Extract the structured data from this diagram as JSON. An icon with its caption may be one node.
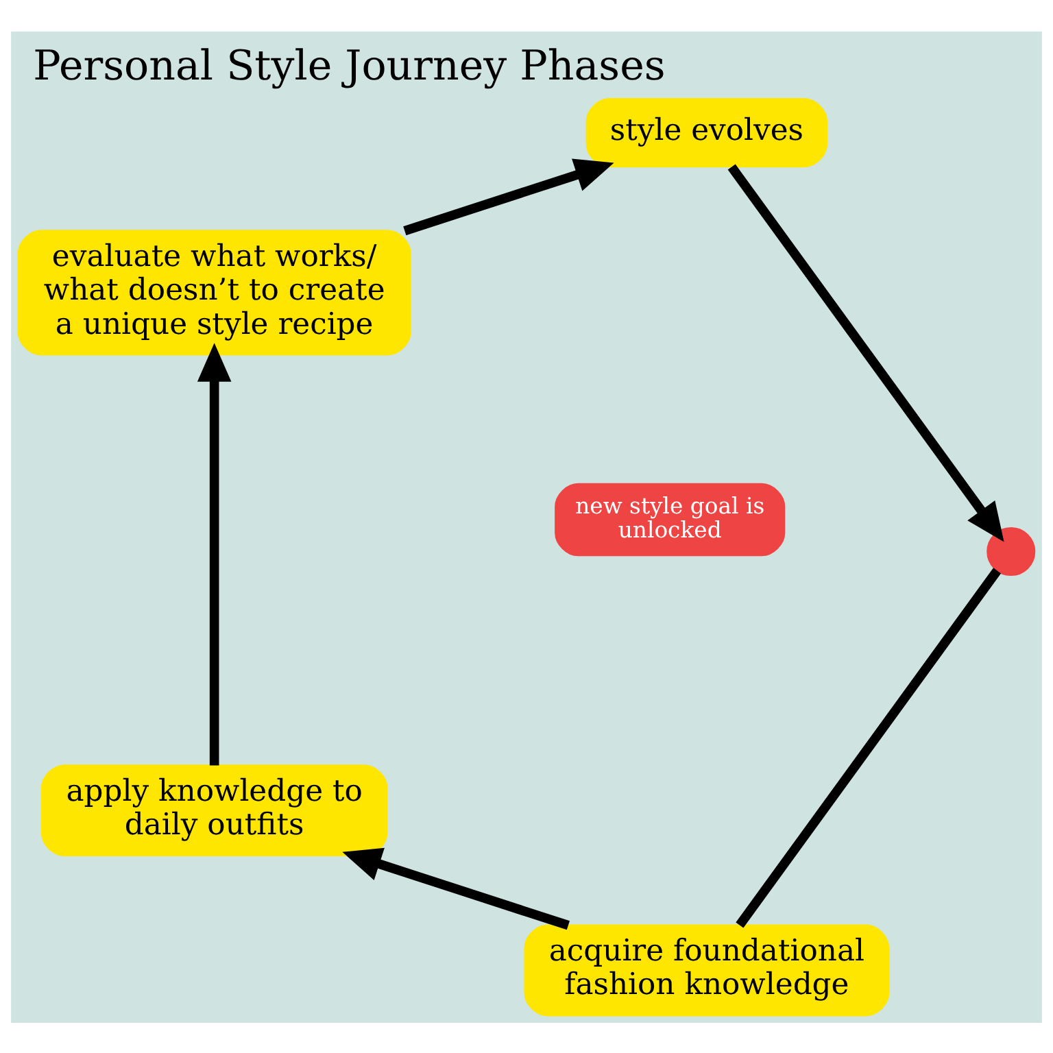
{
  "diagram": {
    "title": "Personal Style Journey Phases",
    "nodes": [
      {
        "text": [
          "acquire foundational fashion knowledge"
        ]
      },
      {
        "text": [
          "apply knowledge to daily outfits"
        ]
      },
      {
        "text": [
          "evaluate what works/ what doesn’t to create a unique style recipe"
        ]
      },
      {
        "text": [
          "style evolves"
        ]
      },
      {
        "text": [],
        "shape": "circle"
      },
      {
        "text": [
          "new style goal is unlocked"
        ]
      }
    ],
    "edges": [
      {
        "from": 0,
        "to": 1,
        "arrow": "to"
      },
      {
        "from": 1,
        "to": 2,
        "arrow": "to"
      },
      {
        "from": 2,
        "to": 3,
        "arrow": "to"
      },
      {
        "from": 3,
        "to": 4,
        "arrow": "to"
      },
      {
        "from": 4,
        "to": 0,
        "arrow": "none"
      }
    ]
  }
}
